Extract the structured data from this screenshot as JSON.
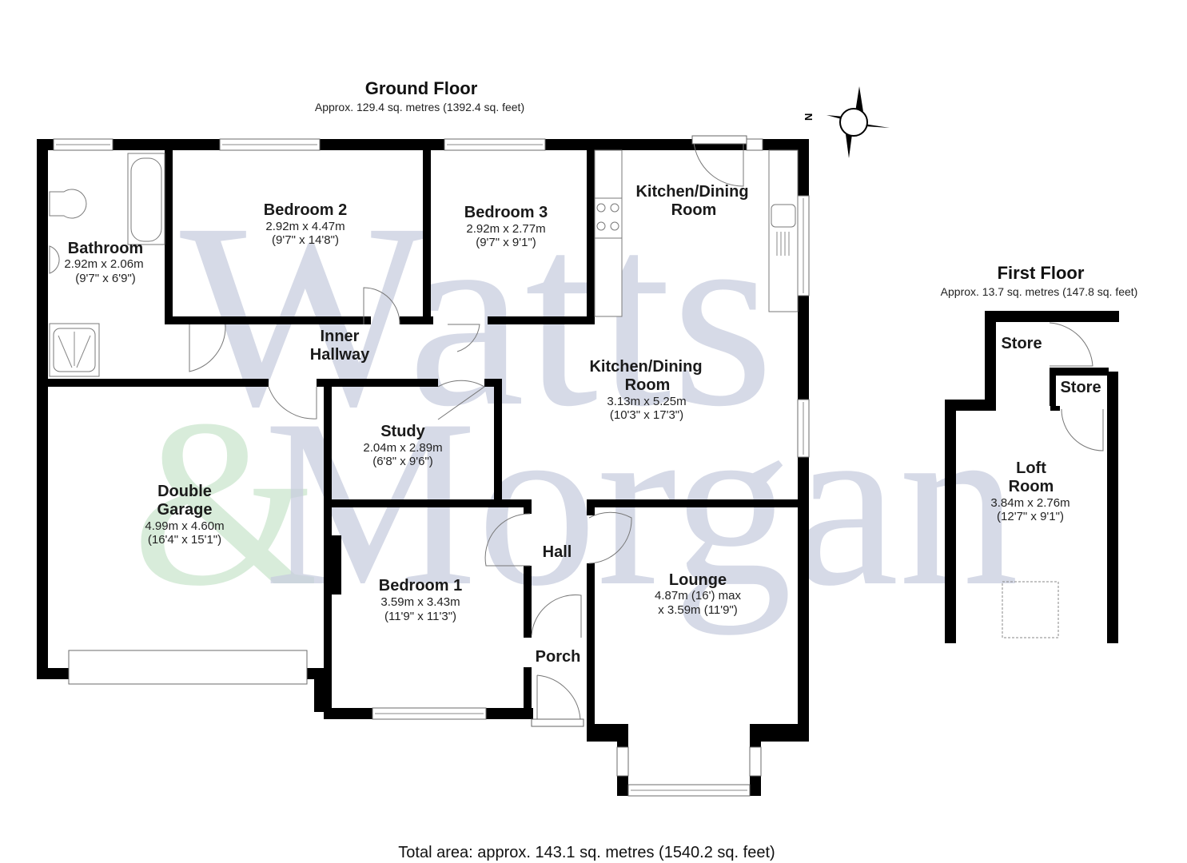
{
  "ground_floor": {
    "title": "Ground Floor",
    "area": "Approx. 129.4 sq. metres (1392.4 sq. feet)",
    "rooms": {
      "bathroom": {
        "name": "Bathroom",
        "dim_m": "2.92m x 2.06m",
        "dim_ft": "(9'7\" x 6'9\")"
      },
      "bedroom2": {
        "name": "Bedroom 2",
        "dim_m": "2.92m x 4.47m",
        "dim_ft": "(9'7\" x 14'8\")"
      },
      "bedroom3": {
        "name": "Bedroom 3",
        "dim_m": "2.92m x 2.77m",
        "dim_ft": "(9'7\" x 9'1\")"
      },
      "kitchen_upper": {
        "name_line1": "Kitchen/Dining",
        "name_line2": "Room"
      },
      "inner_hallway": {
        "name_line1": "Inner",
        "name_line2": "Hallway"
      },
      "kitchen_dining": {
        "name_line1": "Kitchen/Dining",
        "name_line2": "Room",
        "dim_m": "3.13m x 5.25m",
        "dim_ft": "(10'3\" x 17'3\")"
      },
      "study": {
        "name": "Study",
        "dim_m": "2.04m x 2.89m",
        "dim_ft": "(6'8\" x 9'6\")"
      },
      "garage": {
        "name_line1": "Double",
        "name_line2": "Garage",
        "dim_m": "4.99m x 4.60m",
        "dim_ft": "(16'4\" x 15'1\")"
      },
      "hall": {
        "name": "Hall"
      },
      "bedroom1": {
        "name": "Bedroom 1",
        "dim_m": "3.59m x 3.43m",
        "dim_ft": "(11'9\" x 11'3\")"
      },
      "lounge": {
        "name": "Lounge",
        "dim_line1": "4.87m (16') max",
        "dim_line2": "x 3.59m (11'9\")"
      },
      "porch": {
        "name": "Porch"
      }
    }
  },
  "first_floor": {
    "title": "First Floor",
    "area": "Approx. 13.7 sq. metres (147.8 sq. feet)",
    "rooms": {
      "store_upper": {
        "name": "Store"
      },
      "store_lower": {
        "name": "Store"
      },
      "loft_room": {
        "name_line1": "Loft",
        "name_line2": "Room",
        "dim_m": "3.84m x 2.76m",
        "dim_ft": "(12'7\" x 9'1\")"
      }
    }
  },
  "compass": {
    "label": "N",
    "icon": "compass-rose-icon"
  },
  "watermark": {
    "line1": "Watts",
    "amp": "&",
    "line2": "Morgan"
  },
  "total_area": "Total area: approx. 143.1 sq. metres (1540.2 sq. feet)",
  "colors": {
    "walls": "#000000",
    "watermark_blue": "#c9cedf",
    "watermark_green": "#cfe8d2",
    "background": "#ffffff"
  }
}
